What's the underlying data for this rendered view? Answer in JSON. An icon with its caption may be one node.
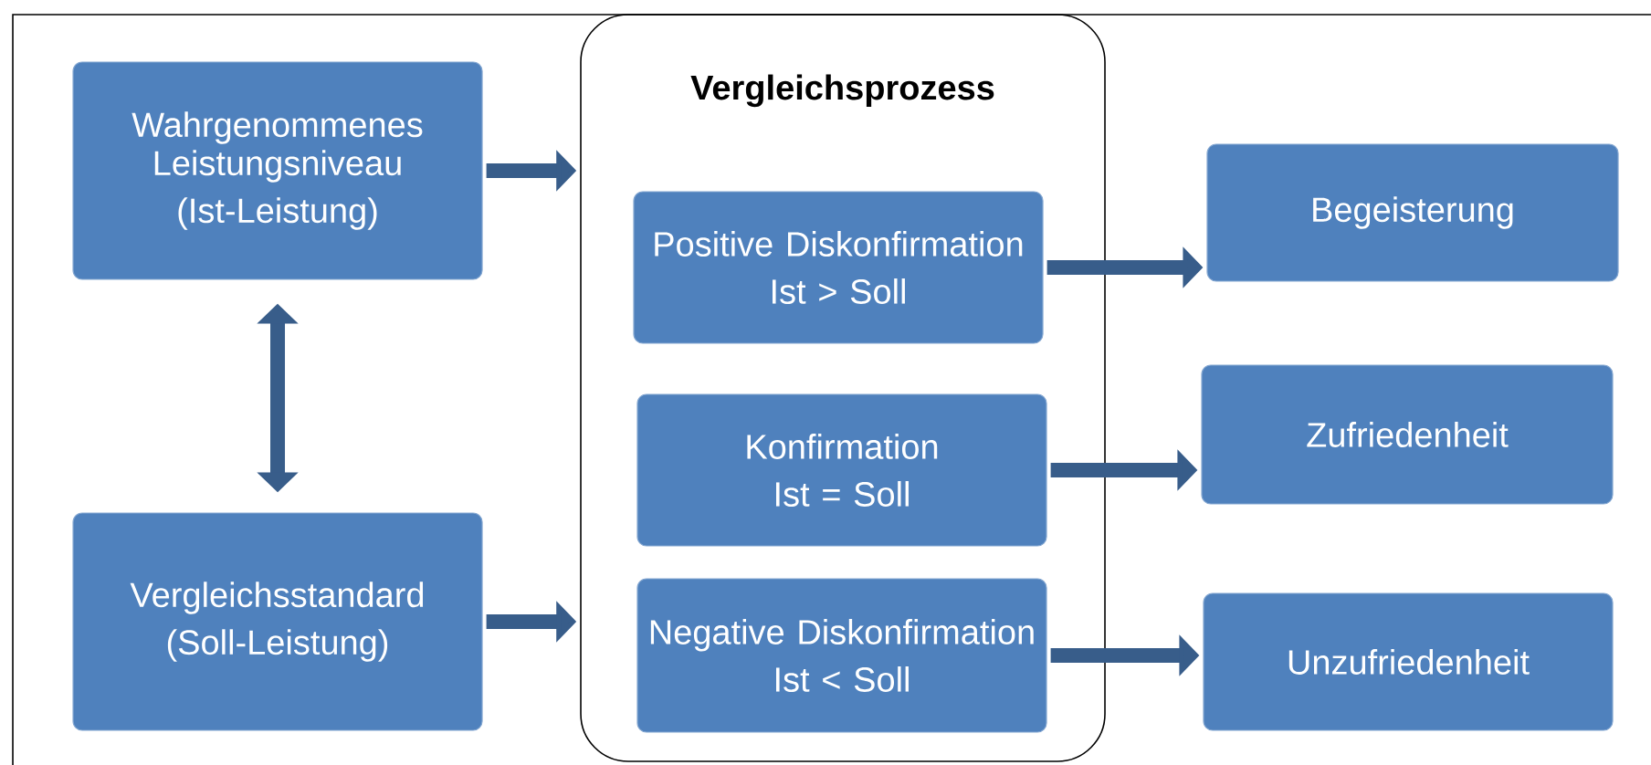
{
  "diagram": {
    "nodes": [
      {
        "text": [
          "Wahrgenommenes Leistungsniveau",
          "(Ist-Leistung)"
        ]
      },
      {
        "text": [
          "Vergleichsstandard",
          "(Soll-Leistung)"
        ]
      },
      {
        "text": [
          "Vergleichsprozess"
        ]
      },
      {
        "text": [
          "Positive Diskonfirmation",
          "Ist > Soll"
        ],
        "in": 2
      },
      {
        "text": [
          "Konfirmation",
          "Ist = Soll"
        ],
        "in": 2
      },
      {
        "text": [
          "Negative Diskonfirmation",
          "Ist < Soll"
        ],
        "in": 2
      },
      {
        "text": [
          "Begeisterung"
        ]
      },
      {
        "text": [
          "Zufriedenheit"
        ]
      },
      {
        "text": [
          "Unzufriedenheit"
        ]
      }
    ],
    "edges": [
      {
        "from": 0,
        "to": 2,
        "arrow": "to"
      },
      {
        "from": 1,
        "to": 2,
        "arrow": "to"
      },
      {
        "from": 0,
        "to": 1,
        "arrow": "both"
      },
      {
        "from": 3,
        "to": 6,
        "arrow": "to"
      },
      {
        "from": 4,
        "to": 7,
        "arrow": "to"
      },
      {
        "from": 5,
        "to": 8,
        "arrow": "to"
      }
    ]
  }
}
